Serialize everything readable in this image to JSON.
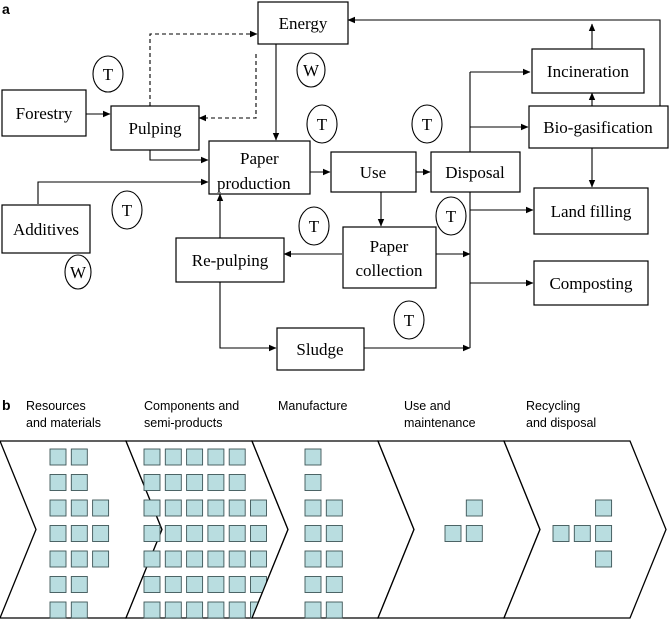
{
  "panel_a_label": "a",
  "panel_b_label": "b",
  "nodes": {
    "energy": "Energy",
    "forestry": "Forestry",
    "pulping": "Pulping",
    "paper_production_line1": "Paper",
    "paper_production_line2": "production",
    "use": "Use",
    "disposal": "Disposal",
    "incineration": "Incineration",
    "bio_gasification": "Bio-gasification",
    "land_filling": "Land filling",
    "composting": "Composting",
    "additives": "Additives",
    "re_pulping": "Re-pulping",
    "paper_collection_line1": "Paper",
    "paper_collection_line2": "collection",
    "sludge": "Sludge"
  },
  "badges": {
    "t": "T",
    "w": "W"
  },
  "stages": [
    {
      "line1": "Resources",
      "line2": "and materials",
      "columns": [
        7,
        7,
        3
      ]
    },
    {
      "line1": "Components and",
      "line2": "semi-products",
      "columns": [
        7,
        7,
        7,
        7,
        7,
        5
      ]
    },
    {
      "line1": "Manufacture",
      "line2": "",
      "columns": [
        7,
        5
      ]
    },
    {
      "line1": "Use and",
      "line2": "maintenance",
      "columns": [
        1,
        2
      ]
    },
    {
      "line1": "Recycling",
      "line2": "and disposal",
      "columns": [
        1,
        1,
        3
      ]
    }
  ],
  "colors": {
    "square_fill": "#b9dde0",
    "square_stroke": "#3d5557"
  }
}
